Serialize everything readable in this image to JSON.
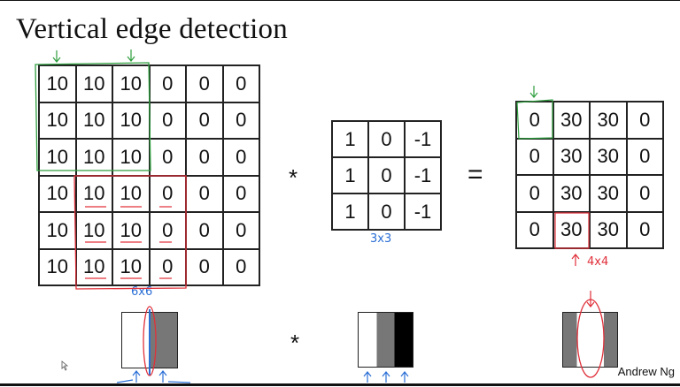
{
  "title": "Vertical edge detection",
  "input_matrix": [
    [
      "10",
      "10",
      "10",
      "0",
      "0",
      "0"
    ],
    [
      "10",
      "10",
      "10",
      "0",
      "0",
      "0"
    ],
    [
      "10",
      "10",
      "10",
      "0",
      "0",
      "0"
    ],
    [
      "10",
      "10",
      "10",
      "0",
      "0",
      "0"
    ],
    [
      "10",
      "10",
      "10",
      "0",
      "0",
      "0"
    ],
    [
      "10",
      "10",
      "10",
      "0",
      "0",
      "0"
    ]
  ],
  "kernel_matrix": [
    [
      "1",
      "0",
      "-1"
    ],
    [
      "1",
      "0",
      "-1"
    ],
    [
      "1",
      "0",
      "-1"
    ]
  ],
  "output_matrix": [
    [
      "0",
      "30",
      "30",
      "0"
    ],
    [
      "0",
      "30",
      "30",
      "0"
    ],
    [
      "0",
      "30",
      "30",
      "0"
    ],
    [
      "0",
      "30",
      "30",
      "0"
    ]
  ],
  "operators": {
    "convolve": "*",
    "equals": "=",
    "convolve_bottom": "*"
  },
  "annotations": {
    "input_size": "6x6",
    "kernel_size": "3x3",
    "output_size": "4x4"
  },
  "credit": "Andrew Ng",
  "colors": {
    "green": "#2e9e3e",
    "red": "#e0303a",
    "blue": "#2a6fd6",
    "gray": "#777777",
    "black": "#000000"
  }
}
